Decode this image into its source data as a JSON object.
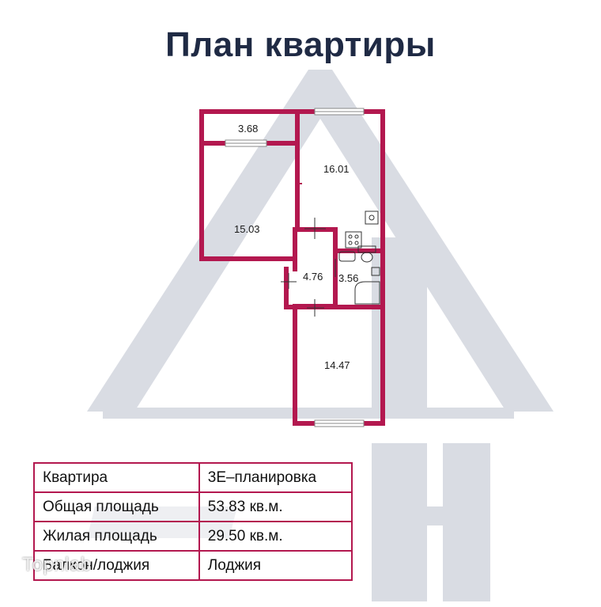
{
  "title": "План квартиры",
  "colors": {
    "wall": "#b3184f",
    "text": "#1f2a44",
    "watermark": "#d8dbe2"
  },
  "rooms": {
    "balcony": "3.68",
    "bedroom_left": "15.03",
    "kitchen": "16.01",
    "hall": "4.76",
    "bathroom": "3.56",
    "bedroom_bottom": "14.47"
  },
  "table": {
    "rows": [
      {
        "label": "Квартира",
        "value": "3Е–планировка"
      },
      {
        "label": "Общая площадь",
        "value": "53.83 кв.м."
      },
      {
        "label": "Жилая площадь",
        "value": "29.50 кв.м."
      },
      {
        "label": "Балкон/лоджия",
        "value": "Лоджия"
      }
    ]
  },
  "watermark_text": "Topnlab",
  "icons": [
    "agency-logo-watermark",
    "stove-icon",
    "sink-icon",
    "bathtub-icon",
    "toilet-icon",
    "washbasin-icon",
    "door-icon",
    "window-icon"
  ]
}
